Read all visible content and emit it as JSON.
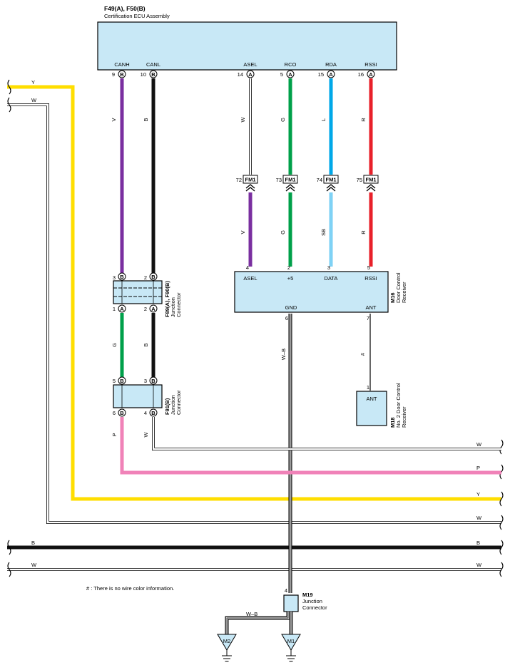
{
  "colors": {
    "Y": "#ffde00",
    "W": "#ffffff",
    "V": "#7a2fa0",
    "B": "#111111",
    "G": "#00a04a",
    "L": "#00a8e8",
    "R": "#e8202a",
    "SB": "#7fd2f5",
    "P": "#f082b8",
    "box_fill": "#c8e8f6"
  },
  "ecu": {
    "title": "F49(A), F50(B)",
    "subtitle": "Certification ECU Assembly",
    "pins": [
      {
        "name": "CANH",
        "num": "9",
        "conn": "B"
      },
      {
        "name": "CANL",
        "num": "10",
        "conn": "B"
      },
      {
        "name": "ASEL",
        "num": "14",
        "conn": "A"
      },
      {
        "name": "RCO",
        "num": "5",
        "conn": "A"
      },
      {
        "name": "RDA",
        "num": "15",
        "conn": "A"
      },
      {
        "name": "RSSI",
        "num": "16",
        "conn": "A"
      }
    ]
  },
  "wires_upper": [
    "V",
    "B",
    "W",
    "G",
    "L",
    "R"
  ],
  "fm1": {
    "label": "FM1",
    "pins": [
      "72",
      "73",
      "74",
      "75"
    ]
  },
  "wires_lower": [
    "V",
    "G",
    "SB",
    "R"
  ],
  "door_receiver": {
    "id": "M16",
    "name_line1": "Door Control",
    "name_line2": "Receiver",
    "top_pins": [
      {
        "num": "4",
        "name": "ASEL"
      },
      {
        "num": "2",
        "name": "+5"
      },
      {
        "num": "3",
        "name": "DATA"
      },
      {
        "num": "5",
        "name": "RSSI"
      }
    ],
    "bottom_pins": [
      {
        "num": "6",
        "name": "GND"
      },
      {
        "num": "7",
        "name": "ANT"
      }
    ]
  },
  "jc_f89": {
    "id": "F89(A), F90(B)",
    "name_line1": "Junction",
    "name_line2": "Connector",
    "top": [
      {
        "num": "3",
        "conn": "B"
      },
      {
        "num": "2",
        "conn": "B"
      }
    ],
    "bottom": [
      {
        "num": "1",
        "conn": "A"
      },
      {
        "num": "2",
        "conn": "A"
      }
    ]
  },
  "mid_wires": [
    "G",
    "B"
  ],
  "jc_f91": {
    "id": "F91(B)",
    "name_line1": "Junction",
    "name_line2": "Connector",
    "top": [
      {
        "num": "5",
        "conn": "B"
      },
      {
        "num": "3",
        "conn": "B"
      }
    ],
    "bottom": [
      {
        "num": "6",
        "conn": "B"
      },
      {
        "num": "4",
        "conn": "B"
      }
    ]
  },
  "f91_out_wires": [
    "P",
    "W"
  ],
  "ant_wire": "#",
  "no2_receiver": {
    "id": "M18",
    "name_line1": "No. 2 Door Control",
    "name_line2": "Receiver",
    "pin_num": "1",
    "pin_name": "ANT"
  },
  "gnd_wire": "W–B",
  "m19": {
    "id": "M19",
    "name_line1": "Junction",
    "name_line2": "Connector",
    "pin": "4",
    "out_wire": "W–B"
  },
  "grounds": [
    "M2",
    "M1"
  ],
  "bus_labels": {
    "y_left": "Y",
    "w_left": "W",
    "w_right_1": "W",
    "p_right": "P",
    "y_right": "Y",
    "w_right_2": "W",
    "b_left": "B",
    "b_right": "B",
    "w_bottom_left": "W",
    "w_bottom_right": "W"
  },
  "note": "# : There is no wire color information."
}
